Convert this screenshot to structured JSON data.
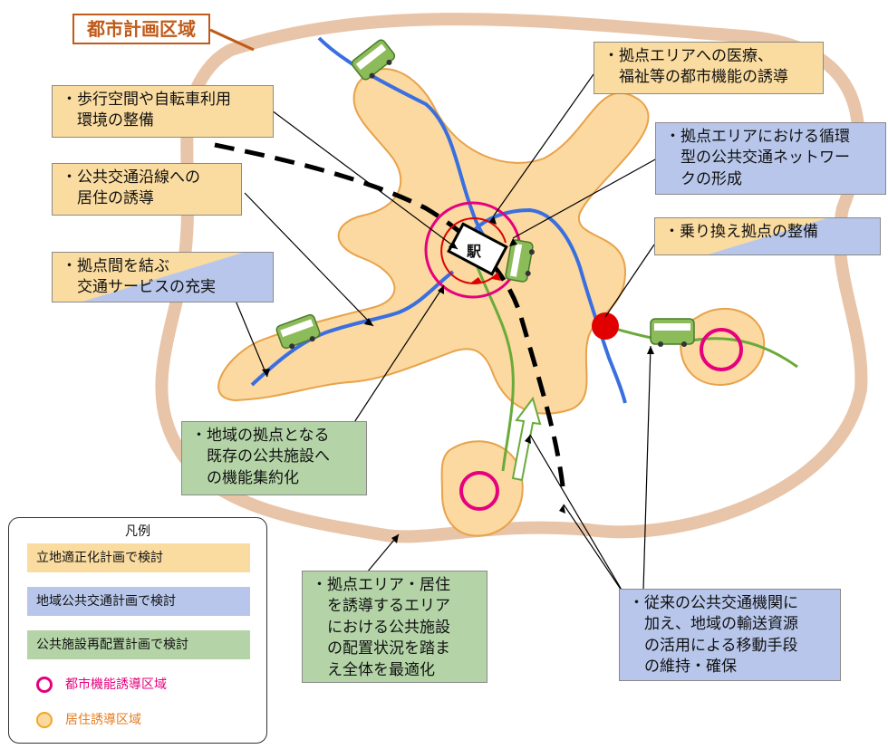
{
  "title": "都市計画区域",
  "station_label": "駅",
  "callouts": {
    "medical_welfare": "・拠点エリアへの医療、\n　福祉等の都市機能の誘導",
    "walking_cycling": "・歩行空間や自転車利用\n　環境の整備",
    "circular_network": "・拠点エリアにおける循環\n　型の公共交通ネットワー\n　クの形成",
    "residential_along_transit": "・公共交通沿線への\n　居住の誘導",
    "transfer_hub": "・乗り換え拠点の整備",
    "inter_hub_service": "・拠点間を結ぶ\n　交通サービスの充実",
    "consolidate_facilities": "・地域の拠点となる\n　既存の公共施設へ\n　の機能集約化",
    "optimize_facilities": "・拠点エリア・居住\n　を誘導するエリア\n　における公共施設\n　の配置状況を踏ま\n　え全体を最適化",
    "transport_resources": "・従来の公共交通機関に\n　加え、地域の輸送資源\n　の活用による移動手段\n　の維持・確保"
  },
  "legend": {
    "title": "凡例",
    "items": [
      {
        "label": "立地適正化計画で検討",
        "color": "#fbdca0"
      },
      {
        "label": "地域公共交通計画で検討",
        "color": "#b7c6ea"
      },
      {
        "label": "公共施設再配置計画で検討",
        "color": "#b4d4a8"
      }
    ],
    "symbols": [
      {
        "label": "都市機能誘導区域",
        "color": "#e6007e"
      },
      {
        "label": "居住誘導区域",
        "color": "#f5a623"
      }
    ]
  },
  "colors": {
    "city_boundary": "#e8c4a8",
    "residential_area": "#fbd9a0",
    "urban_function_ring": "#e6007e",
    "bus_line": "#3a6fe0",
    "feeder_line": "#6aaa3a",
    "rail": "#000000",
    "transfer_dot": "#e00000",
    "title_accent": "#c05a18"
  }
}
